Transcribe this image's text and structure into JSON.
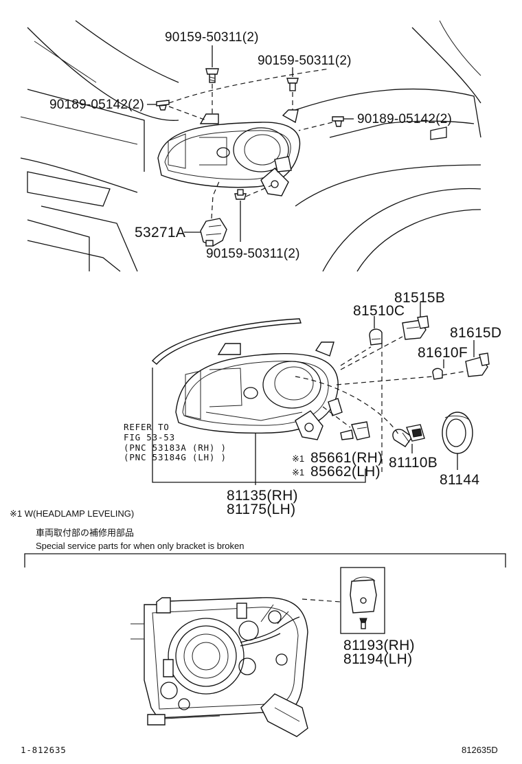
{
  "top_section": {
    "callouts": {
      "screw_top_left": "90159-50311(2)",
      "screw_top_right": "90159-50311(2)",
      "clip_left": "90189-05142(2)",
      "clip_right": "90189-05142(2)",
      "bracket": "53271A",
      "screw_bottom": "90159-50311(2)"
    }
  },
  "middle_section": {
    "callouts": {
      "bulb_socket_a": "81515B",
      "bulb_a": "81510C",
      "bulb_socket_b": "81615D",
      "bulb_b": "81610F",
      "refer_line1": "REFER TO",
      "refer_line2": "FIG 53-53",
      "refer_line3": "(PNC  53183A (RH) )",
      "refer_line4": "(PNC  53184G (LH) )",
      "leveling_mark_1": "※1",
      "leveling_rh": "85661(RH)",
      "leveling_mark_2": "※1",
      "leveling_lh": "85662(LH)",
      "headlamp_bulb": "81110B",
      "cover": "81144",
      "assembly_rh": "81135(RH)",
      "assembly_lh": "81175(LH)"
    },
    "footnote": "※1 W(HEADLAMP LEVELING)"
  },
  "bottom_section": {
    "note_jp": "車両取付部の補修用部品",
    "note_en": "Special service parts for when only bracket is broken",
    "bracket_rh": "81193(RH)",
    "bracket_lh": "81194(LH)"
  },
  "footer": {
    "left_code": "1-812635",
    "right_code": "812635D"
  }
}
